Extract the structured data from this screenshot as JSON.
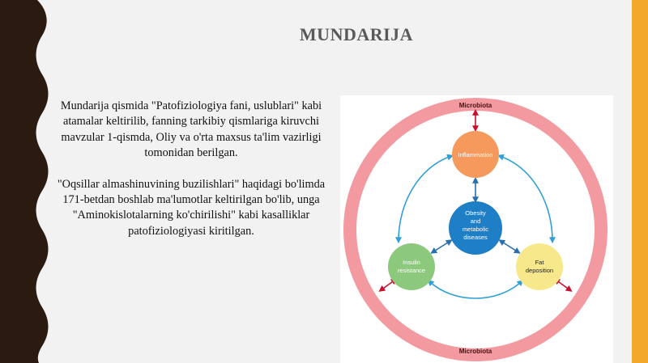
{
  "slide": {
    "title": "MUNDARIJA",
    "paragraphs": [
      "Mundarija qismida \"Patofiziologiya fani, uslublari\" kabi atamalar keltirilib, fanning tarkibiy qismlariga kiruvchi mavzular 1-qismda, Oliy va o'rta maxsus ta'lim vazirligi tomonidan berilgan.",
      "\"Oqsillar almashinuvining buzilishlari\" haqidagi bo'limda 171-betdan boshlab ma'lumotlar keltirilgan bo'lib, unga \"Aminokislotalarning ko'chirilishi\" kabi kasalliklar patofiziologiyasi kiritilgan."
    ]
  },
  "figure": {
    "ring_label_top": "Microbiota",
    "ring_label_bottom": "Microbiota",
    "nodes": {
      "inflammation": "Inflammation",
      "center_line1": "Obesity",
      "center_line2": "and",
      "center_line3": "metabolic",
      "center_line4": "diseases",
      "insulin_line1": "Insulin",
      "insulin_line2": "resistance",
      "fat_line1": "Fat",
      "fat_line2": "deposition"
    }
  },
  "colors": {
    "left_band": "#2a1a10",
    "right_stripe": "#f2a82a",
    "ring": "#f29aa0",
    "inflammation_node": "#f59a5c",
    "center_node": "#1f7fc6",
    "insulin_node": "#8cc97c",
    "fat_node": "#f8e88c",
    "blue_arrows": "#2f9fd6",
    "red_arrows": "#c8102e"
  }
}
